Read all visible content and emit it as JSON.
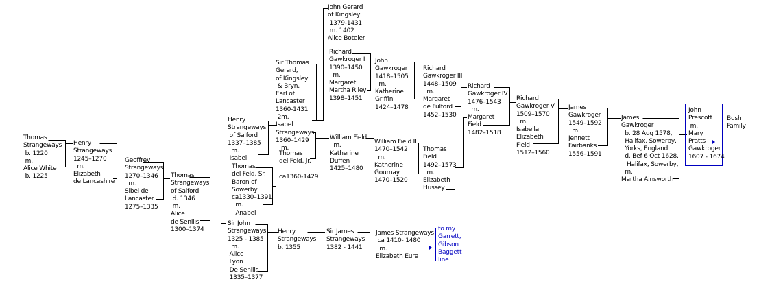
{
  "title": "Strangeways / Gawkroger family tree",
  "persons": {
    "thomas_strangeways_1220": [
      "Thomas",
      "Strangeways",
      " b. 1220",
      " m.",
      "Alice White",
      " b. 1225"
    ],
    "henry_strangeways_1245": [
      "Henry",
      "Strangeways",
      "1245–1270",
      "  m.",
      "Elizabeth",
      "de Lancashire"
    ],
    "geoffrey_strangeways": [
      "Geoffrey",
      "Strangeways",
      "1270–1346",
      "  m.",
      "Sibel de",
      "Lancaster",
      "1275–1335"
    ],
    "thomas_strangeways_salford": [
      "Thomas",
      "Strangeways",
      "of Salford",
      " d. 1346",
      " m.",
      "Alice",
      "de Senllis",
      "1300–1374"
    ],
    "henry_strangeways_salford": [
      "Henry",
      "Strangeways",
      " of Salford",
      "1337–1385",
      "  m.",
      " Isabel"
    ],
    "thomas_del_feld_sr": [
      "Thomas",
      "del Feld, Sr.",
      "Baron of",
      "Sowerby",
      "ca1330–1391",
      "  m.",
      "  Anabel"
    ],
    "sir_john_strangeways": [
      "Sir John",
      "Strangeways",
      "1325 - 1385",
      "  m.",
      " Alice",
      " Lyon",
      " De Senllis",
      " 1335–1377"
    ],
    "sir_thomas_gerard": [
      "Sir Thomas",
      "Gerard,",
      "of Kingsley",
      " & Bryn,",
      "Earl of",
      "Lancaster",
      "1360-1431",
      " 2m.",
      "Isabel",
      "Strangeways",
      "1360–1429",
      "   m."
    ],
    "thomas_del_feld_jr": [
      "Thomas",
      "del Feld, Jr.",
      "",
      "ca1360-1429"
    ],
    "john_gerard": [
      "John Gerard",
      "of Kingsley",
      " 1379-1431",
      " m. 1402",
      "Alice Boteler"
    ],
    "richard_gawkroger_1": [
      "Richard",
      "Gawkroger I",
      "1390–1450",
      "  m.",
      "Margaret",
      "Martha Riley",
      "1398–1451"
    ],
    "john_gawkroger": [
      "John",
      "Gawkroger",
      "1418–1505",
      "  m.",
      "Katherine",
      "Griffin",
      "1424–1478"
    ],
    "richard_gawkroger_3": [
      "Richard",
      "Gawkroger III",
      "1448–1509",
      "  m.",
      "Margaret",
      "de Fulford",
      "1452–1530"
    ],
    "richard_gawkroger_4": [
      "Richard",
      "Gawkroger IV",
      "1476–1543",
      "  m.",
      "Margaret",
      "Field",
      "1482–1518"
    ],
    "william_field": [
      "William Field",
      "  m.",
      "Katherine",
      "Duffen",
      "1425–1480"
    ],
    "william_field_2": [
      "William Field II",
      "1470–1542",
      "  m.",
      "Katherine",
      "Gournay",
      "1470–1520"
    ],
    "thomas_field": [
      "Thomas",
      "Field",
      "1492–1573",
      "  m.",
      "Elizabeth",
      "Hussey"
    ],
    "richard_gawkroger_5": [
      "Richard",
      "Gawkroger V",
      "1509–1570",
      "  m.",
      "Isabella",
      "Elizabeth",
      "Field",
      "1512–1560"
    ],
    "james_gawkroger_1549": [
      "James",
      "Gawkroger",
      "1549–1592",
      "  m.",
      "Jennett",
      "Fairbanks",
      "1556–1591"
    ],
    "james_gawkroger_1578": [
      "James",
      "Gawkroger",
      "  b. 28 Aug 1578,",
      "  Halifax, Sowerby,",
      "  Yorks, England",
      "  d. Bef 6 Oct 1628,",
      "   Halifax, Sowerby,",
      "  m.",
      "Martha Ainsworth"
    ],
    "john_prescott": [
      "John",
      "Prescott",
      " m.",
      "Mary",
      "Pratts",
      "Gawkroger",
      "1607 - 1674"
    ],
    "henry_strangeways_1355": [
      "Henry",
      "Strangeways",
      "b. 1355"
    ],
    "sir_james_strangeways": [
      "Sir James",
      "Strangeways",
      "1382 - 1441"
    ],
    "james_strangeways_1410": [
      "James Strangeways",
      " ca 1410- 1480",
      "  m.",
      "Elizabeth Eure"
    ]
  },
  "links": {
    "bush_family": [
      "Bush",
      "Family"
    ],
    "garrett_line": [
      "to my",
      "Garrett,",
      "Gibson",
      "Baggett",
      "line"
    ]
  },
  "colors": {
    "link": "#0000c0",
    "line": "#000000",
    "background": "#ffffff"
  }
}
